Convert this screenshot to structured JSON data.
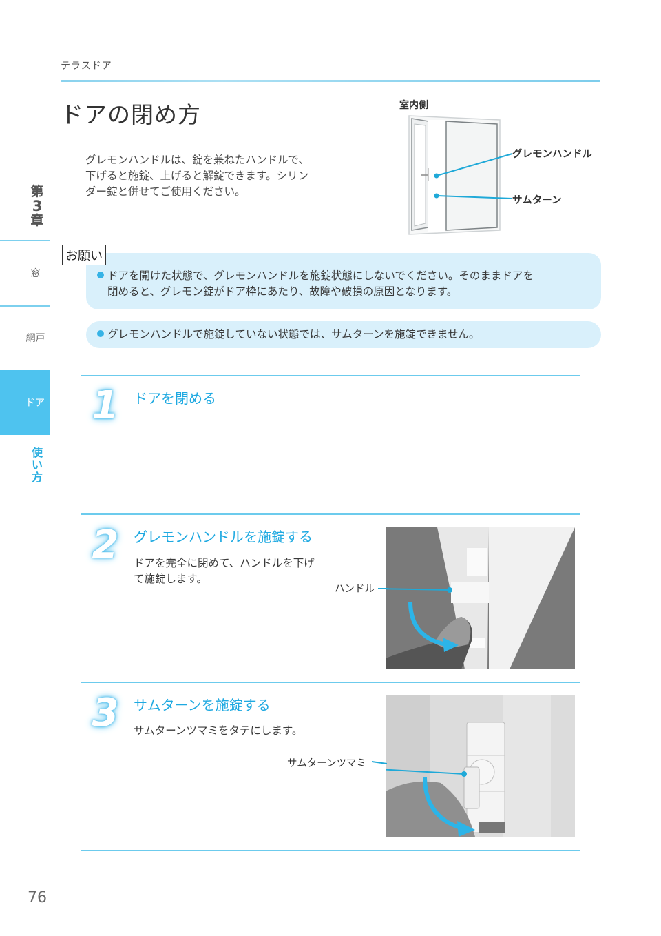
{
  "header": {
    "section": "テラスドア",
    "title": "ドアの閉め方"
  },
  "intro": {
    "lines": [
      "グレモンハンドルは、錠を兼ねたハンドルで、",
      "下げると施錠、上げると解錠できます。シリン",
      "ダー錠と併せてご使用ください。"
    ]
  },
  "diagram": {
    "label": "室内側",
    "callouts": [
      {
        "label": "グレモンハンドル"
      },
      {
        "label": "サムターン"
      }
    ]
  },
  "sidebar": {
    "chapter": [
      "第",
      "3",
      "章"
    ],
    "items": [
      {
        "label": "窓",
        "active": false
      },
      {
        "label": "網戸",
        "active": false
      },
      {
        "label": "ドア",
        "active": true
      }
    ],
    "sub": [
      "使",
      "い",
      "方"
    ]
  },
  "notice": {
    "label": "お願い",
    "items": [
      {
        "line1": "ドアを開けた状態で、グレモンハンドルを施錠状態にしないでください。そのままドアを",
        "line2": "閉めると、グレモン錠がドア枠にあたり、故障や破損の原因となります。"
      },
      {
        "line1": "グレモンハンドルで施錠していない状態では、サムターンを施錠できません。"
      }
    ]
  },
  "steps": [
    {
      "number": "1",
      "title": "ドアを閉める",
      "desc": []
    },
    {
      "number": "2",
      "title": "グレモンハンドルを施錠する",
      "desc": [
        "ドアを完全に閉めて、ハンドルを下げ",
        "て施錠します。"
      ],
      "photo_label": "ハンドル"
    },
    {
      "number": "3",
      "title": "サムターンを施錠する",
      "desc": [
        "サムターンツマミをタテにします。"
      ],
      "photo_label": "サムターンツマミ"
    }
  ],
  "colors": {
    "accent": "#1ea9e1",
    "sidebar_active": "#4ec3ef",
    "notice_bg": "#d9f0fb",
    "rule": "#6ccbed"
  },
  "page_number": "76"
}
